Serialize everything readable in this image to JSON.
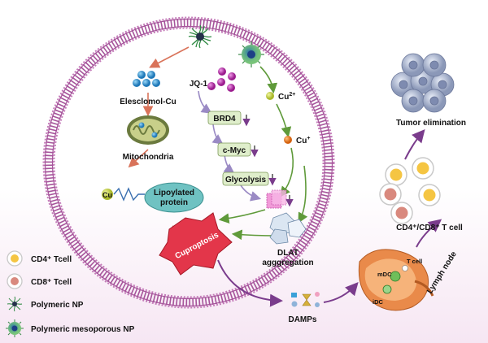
{
  "labels": {
    "elesclomol_cu": "Elesclomol-Cu",
    "mitochondria": "Mitochondria",
    "cu": "Cu",
    "lipoylated_protein_line1": "Lipoylated",
    "lipoylated_protein_line2": "protein",
    "cuproptosis": "Cuproptosis",
    "jq1": "JQ-1",
    "brd4": "BRD4",
    "cmyc": "c-Myc",
    "glycolysis": "Glycolysis",
    "cu2": "Cu",
    "cu2_sup": "2+",
    "cu1": "Cu",
    "cu1_sup": "+",
    "dlat_line1": "DLAT",
    "dlat_line2": "agggregation",
    "damps": "DAMPs",
    "tumor_elimination": "Tumor elimination",
    "cd4_cd8_t_cell": "CD4⁺/CD8⁺ T cell",
    "lymph_node": "Lymph node",
    "mdc": "mDC",
    "idc": "iDC",
    "t_cell": "T cell"
  },
  "legend": [
    {
      "label": "CD4⁺ Tcell",
      "icon": "cd4-tcell-icon"
    },
    {
      "label": "CD8⁺ Tcell",
      "icon": "cd8-tcell-icon"
    },
    {
      "label": "Polymeric NP",
      "icon": "polymeric-np-icon"
    },
    {
      "label": "Polymeric mesoporous  NP",
      "icon": "polymeric-mesoporous-np-icon"
    }
  ],
  "colors": {
    "membrane": "#a6559b",
    "arrow_orange": "#d9735a",
    "arrow_purple": "#9a8ac4",
    "arrow_green": "#5f9a3a",
    "arrow_violet": "#7a3c8c",
    "box_green": "#dfeecb",
    "lipoylated": "#6fc2c2",
    "cuproptosis": "#e3364a",
    "jq1_dots": "#b52ba8",
    "elesclomol_dots": "#3aa0d8",
    "cu2_dot": "#c6d435",
    "cu1_dot": "#e87a23",
    "cd4_inner": "#f5c542",
    "cd8_inner": "#d9897e",
    "lymph": "#e98a4a"
  }
}
